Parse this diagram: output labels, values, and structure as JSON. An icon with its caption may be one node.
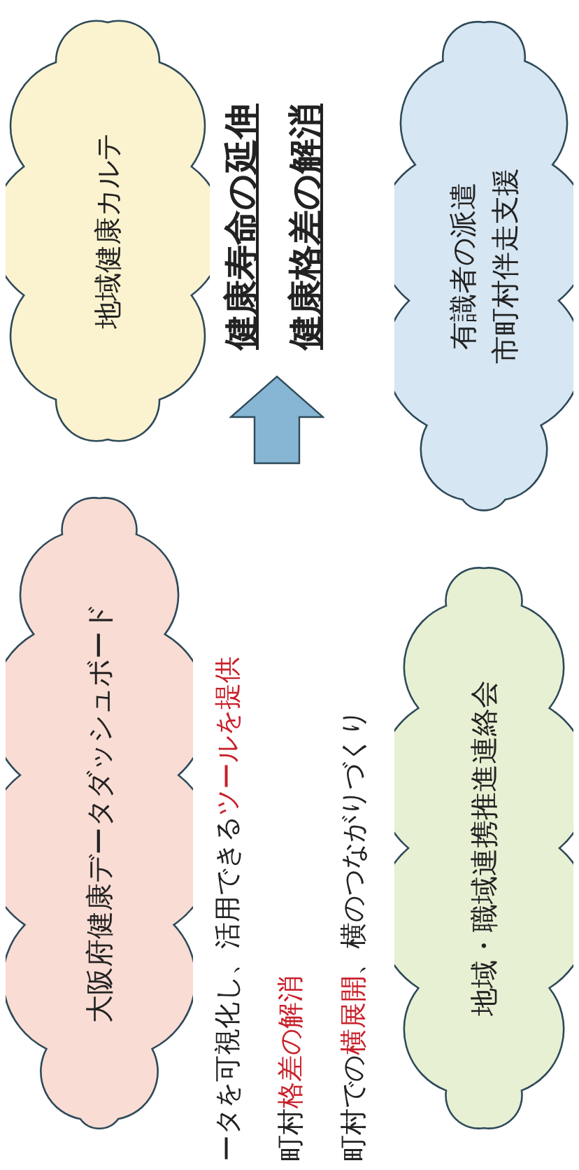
{
  "diagram": {
    "title": "健康寿命の延伸健康格差の解消",
    "nodes": [
      {
        "text": [
          "大阪府健康データダッシュボード"
        ]
      },
      {
        "text": [
          "地域健康カルテ"
        ]
      },
      {
        "text": [
          "地域・職域連携推進連絡会"
        ]
      },
      {
        "text": [
          "有識者の派遣",
          "市町村伴走支援"
        ]
      }
    ],
    "labels": [
      "ータを可視化し、活用できる**ツールを提供**",
      "町村**格差の解消**",
      "町村での**横展開**、横のつながりづくり"
    ]
  }
}
